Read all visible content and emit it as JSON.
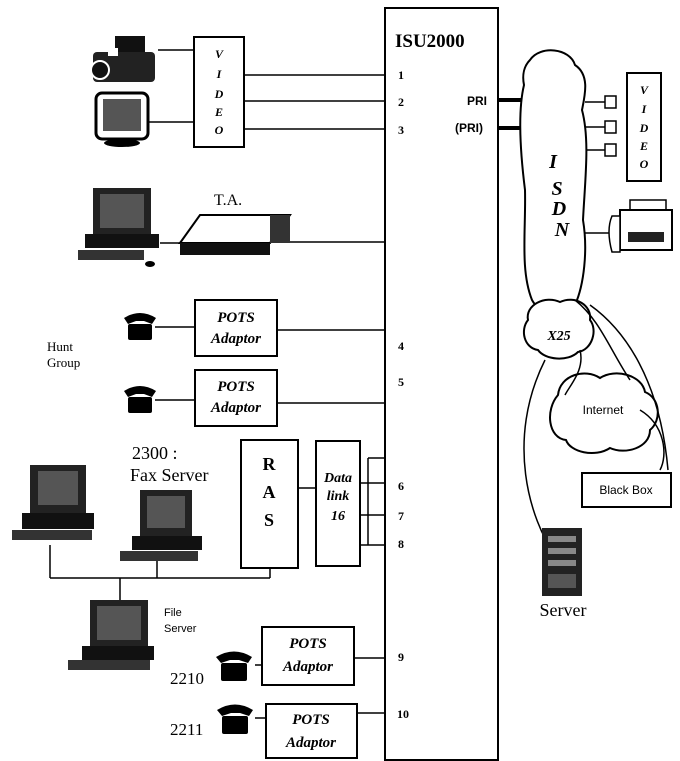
{
  "switch": {
    "title": "ISU2000"
  },
  "ports": [
    "1",
    "2",
    "3",
    "4",
    "5",
    "6",
    "7",
    "8",
    "9",
    "10"
  ],
  "pri": {
    "primary": "PRI",
    "secondary": "(PRI)"
  },
  "video_left": {
    "letters": [
      "V",
      "I",
      "D",
      "E",
      "O"
    ]
  },
  "video_right": {
    "letters": [
      "V",
      "I",
      "D",
      "E",
      "O"
    ]
  },
  "ta": {
    "label": "T.A."
  },
  "pots": {
    "line1": "POTS",
    "line2": "Adaptor"
  },
  "hunt": {
    "line1": "Hunt",
    "line2": "Group"
  },
  "fax": {
    "line1": "2300 :",
    "line2": "Fax Server"
  },
  "ras": {
    "letters": [
      "R",
      "A",
      "S"
    ]
  },
  "datalink": {
    "line1": "Data",
    "line2": "link",
    "line3": "16"
  },
  "file_server": {
    "line1": "File",
    "line2": "Server"
  },
  "ext": {
    "a": "2210",
    "b": "2211"
  },
  "network": {
    "isdn_letters": [
      "I",
      "S",
      "D",
      "N"
    ],
    "x25": "X25",
    "internet": "Internet",
    "blackbox": "Black Box",
    "server": "Server"
  },
  "colors": {
    "ink": "#000000",
    "paper": "#ffffff"
  }
}
